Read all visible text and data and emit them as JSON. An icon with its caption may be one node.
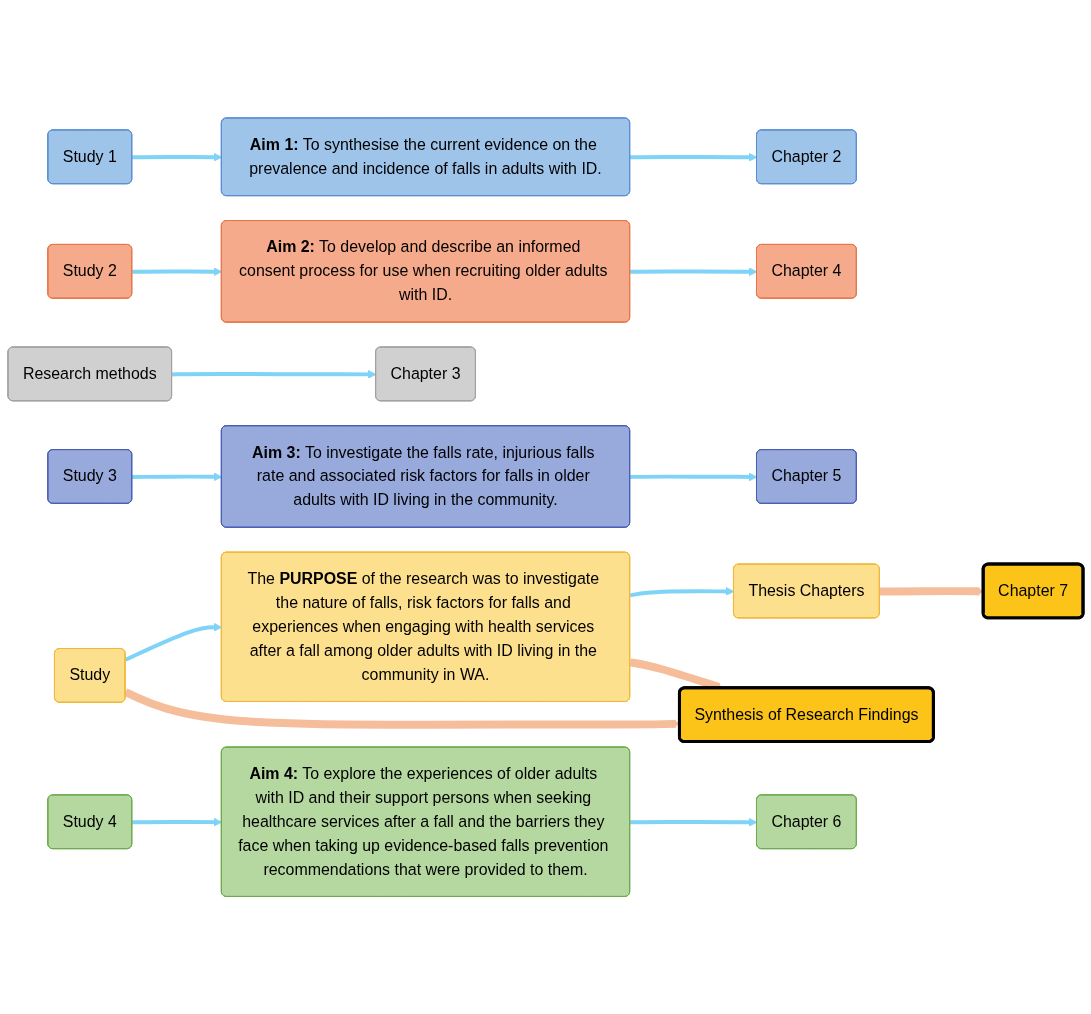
{
  "diagram": {
    "nodes": [
      {
        "text": [
          "Study"
        ]
      },
      {
        "text": [
          "The **PURPOSE** of the research was to investigate the nature of falls, risk factors for falls and experiences when engaging with health services after a fall among older adults with ID living in the community in WA."
        ]
      },
      {
        "text": [
          "Thesis Chapters"
        ]
      },
      {
        "text": [
          "Study 1"
        ]
      },
      {
        "text": [
          "**Aim 1:** To synthesise the current evidence on the prevalence and incidence of falls in adults with ID."
        ]
      },
      {
        "text": [
          "Chapter 2"
        ]
      },
      {
        "text": [
          "Research methods"
        ]
      },
      {
        "text": [
          "Chapter 3"
        ]
      },
      {
        "text": [
          "Study 2"
        ]
      },
      {
        "text": [
          "**Aim 2:** To develop and describe an informed consent process for use when recruiting older adults with ID."
        ]
      },
      {
        "text": [
          "Chapter 4"
        ]
      },
      {
        "text": [
          "Study 3"
        ]
      },
      {
        "text": [
          "**Aim 3:** To investigate the falls rate, injurious falls rate and associated risk factors for falls in older adults with ID living in the community."
        ]
      },
      {
        "text": [
          "Chapter 5"
        ]
      },
      {
        "text": [
          "Study 4"
        ]
      },
      {
        "text": [
          "**Aim 4:** To explore the experiences of older adults with ID and their support persons when seeking healthcare services after a fall and the barriers they face when taking up evidence-based falls prevention recommendations that were provided to them."
        ]
      },
      {
        "text": [
          "Chapter 6"
        ]
      },
      {
        "text": [
          "Synthesis of Research Findings"
        ]
      },
      {
        "text": [
          "Chapter 7"
        ]
      }
    ],
    "edges": [
      {
        "from": 0,
        "to": 1,
        "arrow": "to"
      },
      {
        "from": 1,
        "to": 2,
        "arrow": "to"
      },
      {
        "from": 3,
        "to": 4,
        "arrow": "to"
      },
      {
        "from": 4,
        "to": 5,
        "arrow": "to"
      },
      {
        "from": 6,
        "to": 7,
        "arrow": "to"
      },
      {
        "from": 8,
        "to": 9,
        "arrow": "to"
      },
      {
        "from": 9,
        "to": 10,
        "arrow": "to"
      },
      {
        "from": 11,
        "to": 12,
        "arrow": "to"
      },
      {
        "from": 12,
        "to": 13,
        "arrow": "to"
      },
      {
        "from": 14,
        "to": 15,
        "arrow": "to"
      },
      {
        "from": 15,
        "to": 16,
        "arrow": "to"
      },
      {
        "from": 0,
        "to": 17,
        "arrow": "to",
        "style": "thick",
        "color": "#f5bd9a"
      },
      {
        "from": 1,
        "to": 17,
        "arrow": "to",
        "style": "thick",
        "color": "#f5bd9a"
      },
      {
        "from": 2,
        "to": 18,
        "arrow": "to",
        "style": "thick",
        "color": "#f5bd9a"
      }
    ]
  }
}
